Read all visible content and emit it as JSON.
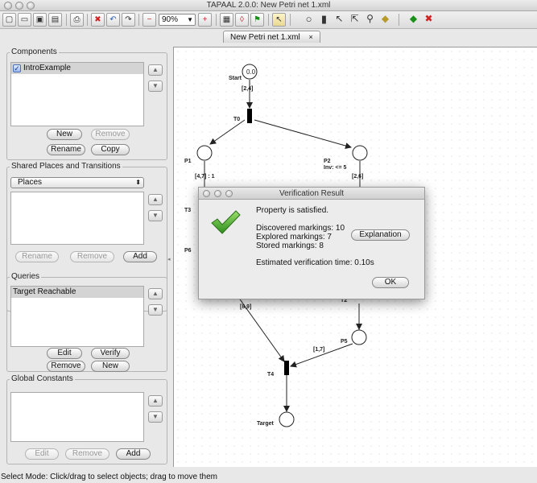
{
  "window": {
    "title": "TAPAAL 2.0.0: New Petri net 1.xml"
  },
  "toolbar": {
    "zoom": "90%",
    "colors": {
      "error": "#d62020",
      "token": "#1a8f1a"
    }
  },
  "tab": {
    "label": "New Petri net 1.xml",
    "close": "×"
  },
  "components": {
    "title": "Components",
    "items": [
      {
        "label": "IntroExample",
        "checked": true
      }
    ],
    "buttons": {
      "new": "New",
      "remove": "Remove",
      "rename": "Rename",
      "copy": "Copy"
    }
  },
  "shared": {
    "title": "Shared Places and Transitions",
    "selected": "Places",
    "buttons": {
      "rename": "Rename",
      "remove": "Remove",
      "add": "Add"
    }
  },
  "queries": {
    "title": "Queries",
    "items": [
      "Target Reachable"
    ],
    "buttons": {
      "edit": "Edit",
      "verify": "Verify",
      "remove": "Remove",
      "new": "New"
    }
  },
  "constants": {
    "title": "Global Constants",
    "buttons": {
      "edit": "Edit",
      "remove": "Remove",
      "add": "Add"
    }
  },
  "net": {
    "places": {
      "start": {
        "name": "Start",
        "tokens": "0.0"
      },
      "p1": {
        "name": "P1"
      },
      "p2": {
        "name": "P2",
        "invariant": "Inv: <= 5"
      },
      "p5": {
        "name": "P5"
      },
      "p6": {
        "name": "P6"
      },
      "target": {
        "name": "Target"
      }
    },
    "transitions": {
      "t0": "T0",
      "t2": "T2",
      "t3": "T3",
      "t4": "T4"
    },
    "arcs": {
      "start_t0": "[2,4]",
      "p1_t3": "[4,7] : 1",
      "p2_t2": "[2,6]",
      "t4_in": "[8,9]",
      "p5_t4": "[1,7]"
    }
  },
  "dialog": {
    "title": "Verification Result",
    "status": "Property is satisfied.",
    "discovered": "Discovered markings: 10",
    "explored": "Explored markings: 7",
    "stored": "Stored markings: 8",
    "explanation_button": "Explanation",
    "time": "Estimated verification time: 0.10s",
    "ok_button": "OK"
  },
  "status": {
    "text": "Select Mode: Click/drag to select objects; drag to move them"
  }
}
